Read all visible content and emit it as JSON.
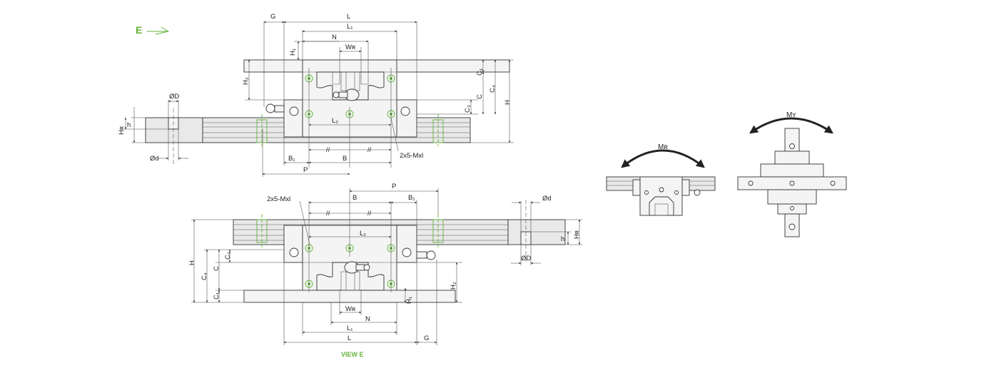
{
  "accent_color": "#63b33a",
  "view_marker": {
    "label": "E"
  },
  "top_view": {
    "dims": {
      "G": "G",
      "L": "L",
      "L1": "L₁",
      "N": "N",
      "WR": "Wʀ",
      "H1": "H₁",
      "H2": "H₂",
      "C1": "C₁",
      "C": "C",
      "C4": "C₄",
      "C3": "C₃",
      "H": "H",
      "L2": "L₂",
      "B1": "B₁",
      "B": "B",
      "P": "P",
      "M": "2x5-Mxl",
      "HR": "Hʀ",
      "h": "h",
      "D": "ØD",
      "d": "Ød"
    }
  },
  "bottom_view": {
    "dims": {
      "M": "2x5-Mxl",
      "B": "B",
      "P": "P",
      "B1": "B₁",
      "L2": "L₂",
      "H": "H",
      "C4": "C₄",
      "C": "C",
      "C3": "C₃",
      "C1": "C₁",
      "H2": "H₂",
      "H1": "H₁",
      "WR": "Wʀ",
      "N": "N",
      "L1": "L₁",
      "L": "L",
      "G": "G",
      "d": "Ød",
      "D": "ØD",
      "HR": "Hʀ",
      "h": "h"
    },
    "caption": "VIEW E"
  },
  "moment_views": {
    "MR": "Mʀ",
    "MY": "Mʏ"
  }
}
